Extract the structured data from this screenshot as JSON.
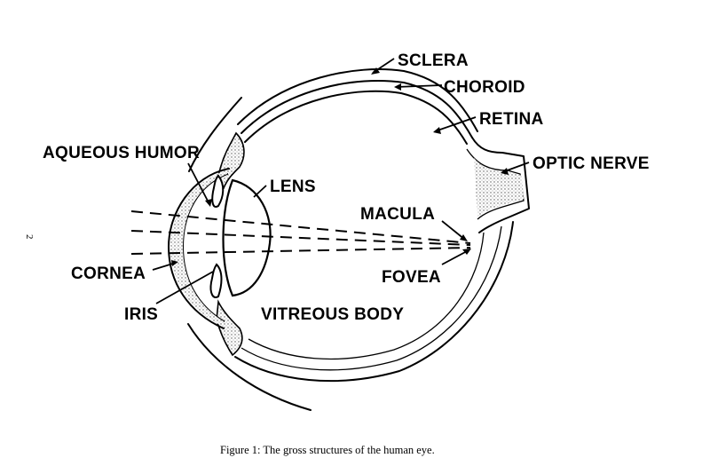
{
  "labels": {
    "sclera": "SCLERA",
    "choroid": "CHOROID",
    "retina": "RETINA",
    "optic_nerve": "OPTIC NERVE",
    "aqueous_humor": "AQUEOUS HUMOR",
    "lens": "LENS",
    "macula": "MACULA",
    "cornea": "CORNEA",
    "fovea": "FOVEA",
    "iris": "IRIS",
    "vitreous_body": "VITREOUS BODY"
  },
  "caption": "Figure 1:  The gross structures of the human eye.",
  "page_number": "2"
}
